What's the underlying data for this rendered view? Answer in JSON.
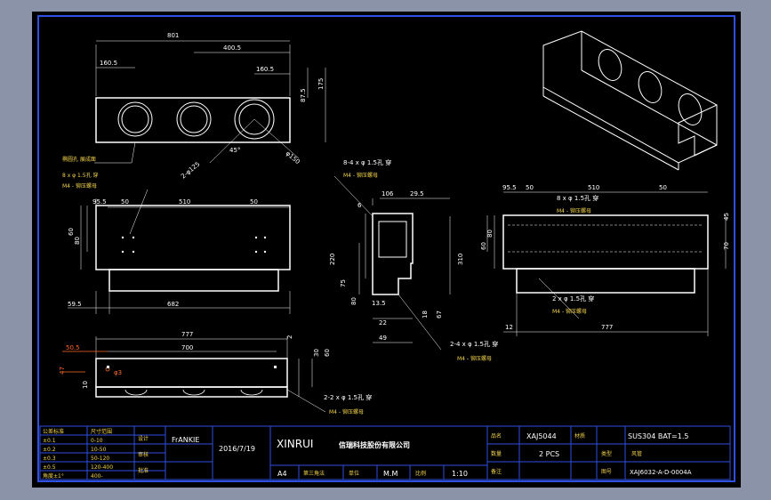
{
  "colors": {
    "background": "#8a93a8",
    "paper": "#000000",
    "border": "#2f4fe0",
    "line": "#ffffff",
    "dim_line": "#ffffff",
    "accent": "#ff6a2a",
    "title_block": "#2f4fe0"
  },
  "front_view": {
    "dim_801": "801",
    "dim_400_5": "400.5",
    "dim_160_5_left": "160.5",
    "dim_160_5_right": "160.5",
    "dim_175": "175",
    "dim_87_5": "87.5",
    "dim_2x_phi_125": "2-φ125",
    "dim_phi_150": "φ150",
    "dim_45": "45°",
    "label_oval": "椭圆孔 展成面"
  },
  "top_view": {
    "note_holes": "8 x φ 1.5孔 穿",
    "note_m": "M4 - 铆压螺母",
    "dim_95_5": "95.5",
    "dim_50_left": "50",
    "dim_510": "510",
    "dim_50_right": "50",
    "dim_60": "60",
    "dim_80": "80",
    "dim_59_5": "59.5",
    "dim_682": "682"
  },
  "side_view": {
    "note_holes": "8-4 x φ 1.5孔 穿",
    "note_m": "M4 - 铆压螺母",
    "dim_106": "106",
    "dim_29_5": "29.5",
    "dim_6": "6",
    "dim_220": "220",
    "dim_75": "75",
    "dim_310": "310",
    "dim_80": "80",
    "dim_13_5": "13.5",
    "dim_22": "22",
    "dim_49": "49",
    "dim_18": "18",
    "dim_67": "67",
    "note_2x4": "2-4 x φ 1.5孔 穿",
    "note_m2": "M4 - 铆压螺母"
  },
  "right_view": {
    "dim_95_5": "95.5",
    "dim_50_left": "50",
    "dim_510": "510",
    "dim_50_right": "50",
    "note_holes": "8 x φ 1.5孔 穿",
    "note_m": "M4 - 铆压螺母",
    "dim_45": "45",
    "dim_60": "60",
    "dim_80": "80",
    "dim_70": "70",
    "note_2x": "2 x φ 1.5孔 穿",
    "note_m2": "M4 - 铆压螺母",
    "dim_12": "12",
    "dim_777": "777"
  },
  "bottom_view": {
    "dim_777": "777",
    "dim_50_5": "50.5",
    "dim_700": "700",
    "dim_47": "47",
    "dim_10": "10",
    "dim_phi_3": "φ3",
    "dim_2": "2",
    "dim_30": "30",
    "dim_60": "60",
    "note_2x2": "2-2 x φ 1.5孔 穿",
    "note_m": "M4 - 铆压螺母"
  },
  "title_block": {
    "designer": "FrANKIE",
    "date": "2016/7/19",
    "company_en": "XINRUI",
    "company_cn": "信瑞科技股份有限公司",
    "part_label": "品名",
    "part_no": "XAJ5044",
    "material_label": "材质",
    "material": "SUS304  BAT=1.5",
    "qty_label": "数量",
    "qty": "2  PCS",
    "type_label": "类型",
    "type": "风管",
    "dwg_label": "图号",
    "dwg_no": "XAJ6032-A-D-0004A",
    "size": "A4",
    "angle": "第三角法",
    "unit_label": "单位",
    "unit": "M.M",
    "scale_label": "比例",
    "scale": "1:10",
    "remark_label": "备注",
    "left_labels": [
      "公差标准",
      "±0.1",
      "±0.2",
      "±0.3",
      "±0.5",
      "角度±1°"
    ],
    "col2_labels": [
      "尺寸范围",
      "0-10",
      "10-50",
      "50-120",
      "120-400",
      "400-"
    ],
    "row_labels": [
      "设计",
      "审核",
      "批准"
    ]
  }
}
